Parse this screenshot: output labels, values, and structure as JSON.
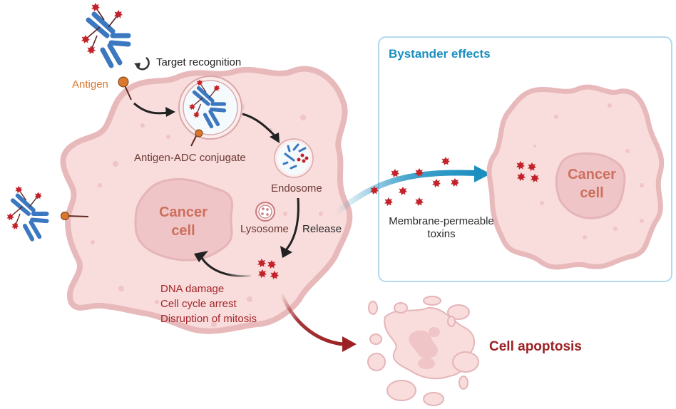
{
  "labels": {
    "target_recognition": "Target recognition",
    "antigen": "Antigen",
    "antigen_adc_conjugate": "Antigen-ADC conjugate",
    "endosome": "Endosome",
    "lysosome": "Lysosome",
    "release": "Release",
    "main_nucleus": [
      "Cancer",
      "cell"
    ],
    "effects": [
      "DNA damage",
      "Cell cycle arrest",
      "Disruption of mitosis"
    ],
    "bystander_title": "Bystander effects",
    "toxins": [
      "Membrane-permeable",
      "toxins"
    ],
    "bystander_nucleus": [
      "Cancer",
      "cell"
    ],
    "apoptosis": "Cell apoptosis"
  },
  "colors": {
    "cell_fill": "#f9dcdc",
    "cell_edge": "#e8b9bb",
    "nucleus_fill": "#efc5c7",
    "antibody_blue": "#3b78c0",
    "toxin_red": "#c2232a",
    "antigen_orange": "#d9782d",
    "arrow_black": "#222222",
    "bystander_blue": "#1a8fc0",
    "box_border": "#b5d8ef",
    "apoptosis_red": "#9c2124"
  },
  "icons": {
    "recycle": "circular-arrow-icon",
    "antibody": "antibody-drug-conjugate-icon",
    "toxin": "toxin-payload-icon"
  }
}
